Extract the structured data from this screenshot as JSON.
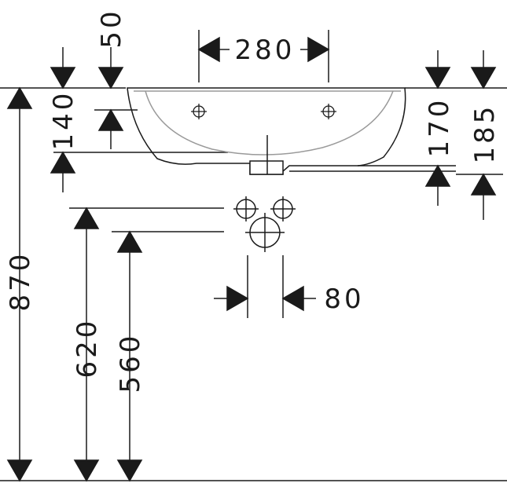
{
  "drawing": {
    "dimensions": {
      "overall_height": "870",
      "supply_height": "620",
      "drain_height": "560",
      "bowl_depth": "140",
      "rim_offset": "50",
      "tap_hole_spacing": "280",
      "drain_spacing": "80",
      "front_height": "170",
      "total_front_height": "185"
    },
    "colors": {
      "line": "#1a1a1a",
      "inner_line": "#9a9a9a"
    }
  }
}
